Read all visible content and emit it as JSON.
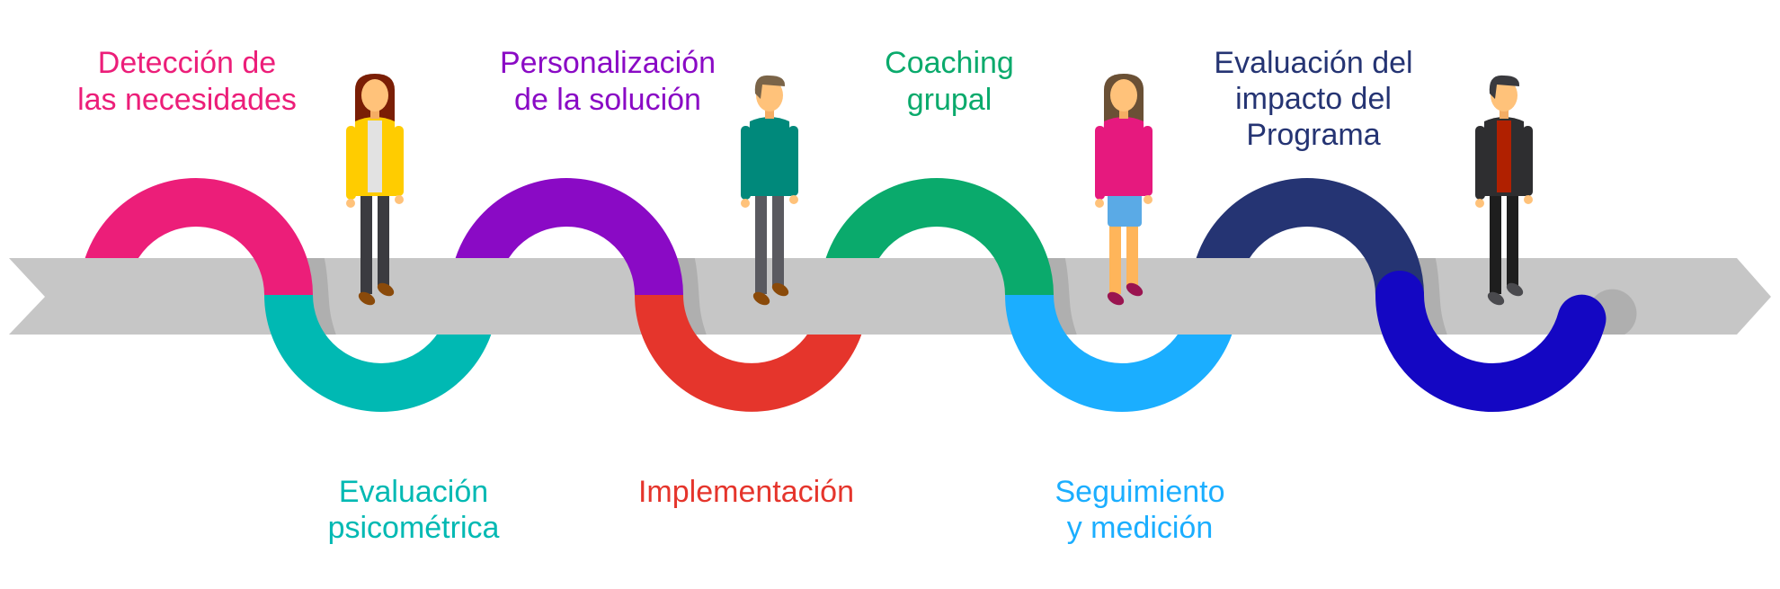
{
  "steps": [
    {
      "lines": [
        "Detección de",
        "las necesidades"
      ],
      "color": "#EC1E79",
      "position": "top"
    },
    {
      "lines": [
        "Evaluación",
        "psicométrica"
      ],
      "color": "#00B9B3",
      "position": "bottom"
    },
    {
      "lines": [
        "Personalización",
        "de la solución"
      ],
      "color": "#8A0AC5",
      "position": "top"
    },
    {
      "lines": [
        "Implementación"
      ],
      "color": "#E5352C",
      "position": "bottom"
    },
    {
      "lines": [
        "Coaching",
        "grupal"
      ],
      "color": "#0AAA6C",
      "position": "top"
    },
    {
      "lines": [
        "Seguimiento",
        "y medición"
      ],
      "color": "#1BAEFF",
      "position": "bottom"
    },
    {
      "lines": [
        "Evaluación del",
        "impacto del",
        "Programa"
      ],
      "color": "#253473",
      "position": "top"
    },
    {
      "lines": [],
      "color": "#1407C3",
      "position": "bottom"
    }
  ],
  "colors": {
    "band": "#C6C6C6",
    "band_shadow": "#AFAFAF"
  },
  "figures": [
    {
      "name": "woman-yellow-jacket-figure",
      "hair": "#7A1E05",
      "top": "#FFCC00",
      "shirt": "#E2E2E2",
      "legs": "#3B3B40",
      "shoes": "#8A4A0A",
      "long_hair": true
    },
    {
      "name": "man-teal-shirt-figure",
      "hair": "#7A6448",
      "top": "#00897B",
      "shirt": "#00897B",
      "legs": "#5A5A60",
      "shoes": "#8A4A0A",
      "long_hair": false
    },
    {
      "name": "woman-pink-top-figure",
      "hair": "#6A5035",
      "top": "#E6197E",
      "shirt": "#E6197E",
      "legs": "#FFB55A",
      "shoes": "#9A1450",
      "long_hair": true,
      "shorts": "#5AAAE6"
    },
    {
      "name": "man-dark-suit-figure",
      "hair": "#3A3A3E",
      "top": "#2E2E30",
      "shirt": "#B02000",
      "legs": "#1E1E1E",
      "shoes": "#4A4A4E",
      "long_hair": false
    }
  ]
}
